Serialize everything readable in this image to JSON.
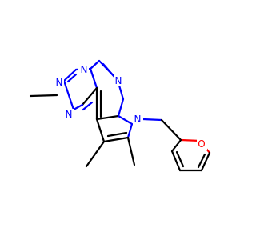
{
  "molecule": {
    "atoms": [
      {
        "id": "n1",
        "symbol": "N",
        "color": "#0000ff"
      },
      {
        "id": "n2",
        "symbol": "N",
        "color": "#0000ff"
      },
      {
        "id": "n3",
        "symbol": "N",
        "color": "#0000ff"
      },
      {
        "id": "n4",
        "symbol": "N",
        "color": "#0000ff"
      },
      {
        "id": "n5",
        "symbol": "N",
        "color": "#0000ff"
      },
      {
        "id": "o1",
        "symbol": "O",
        "color": "#ff0000"
      }
    ],
    "icons": {
      "triazole_ring": "triazole-ring-icon",
      "pyrimidine_ring": "pyrimidine-ring-icon",
      "pyrrole_ring": "pyrrole-ring-icon",
      "furan_ring": "furan-ring-icon"
    },
    "colors": {
      "carbon_bond": "#000000",
      "nitrogen": "#0000ff",
      "oxygen": "#ff0000",
      "background": "#ffffff"
    }
  }
}
